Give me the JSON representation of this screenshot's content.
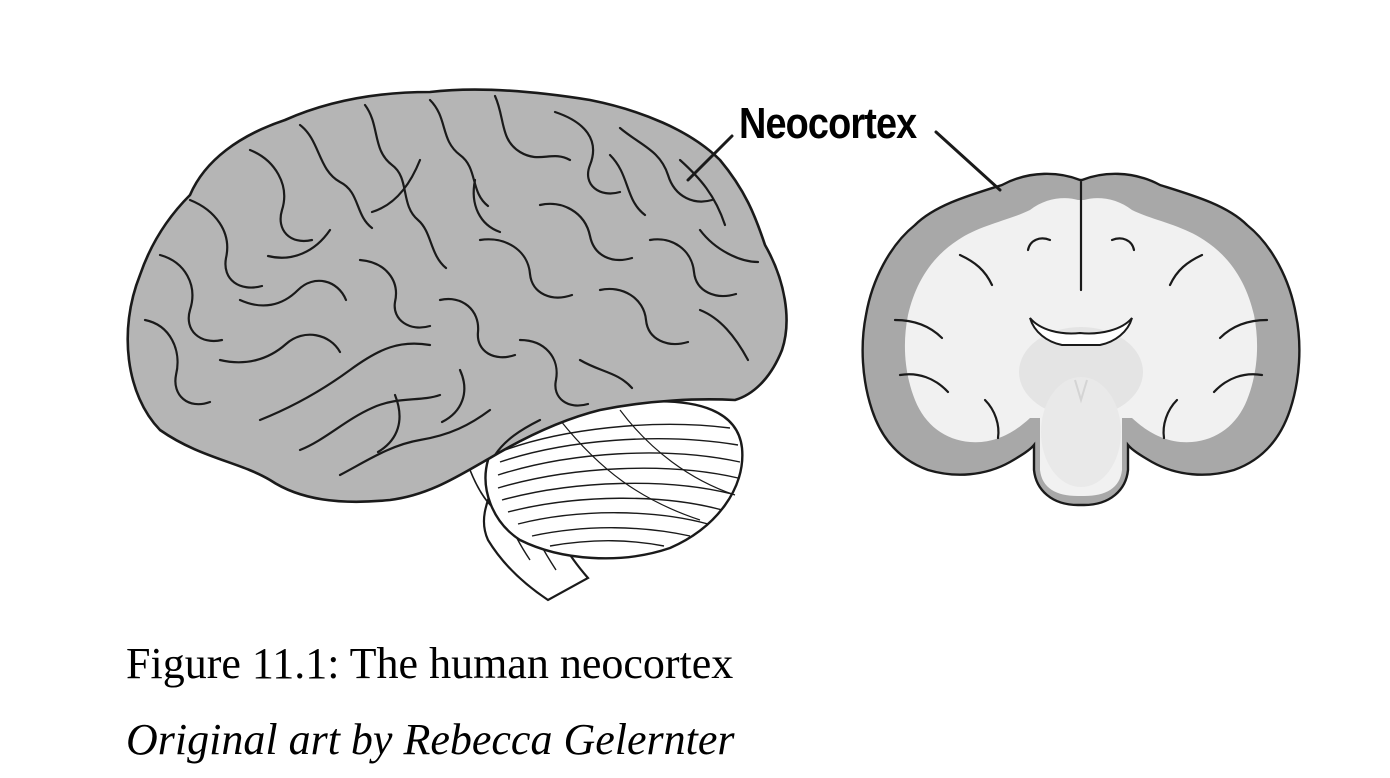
{
  "figure": {
    "label": "Neocortex",
    "caption": "Figure 11.1: The human neocortex",
    "credit": "Original art by Rebecca Gelernter"
  },
  "colors": {
    "cortex_fill": "#b5b5b5",
    "cortex_band": "#a7a7a7",
    "white_matter": "#f1f1f1",
    "deep_structure": "#e4e4e4",
    "outline": "#1a1a1a",
    "background": "#ffffff"
  }
}
